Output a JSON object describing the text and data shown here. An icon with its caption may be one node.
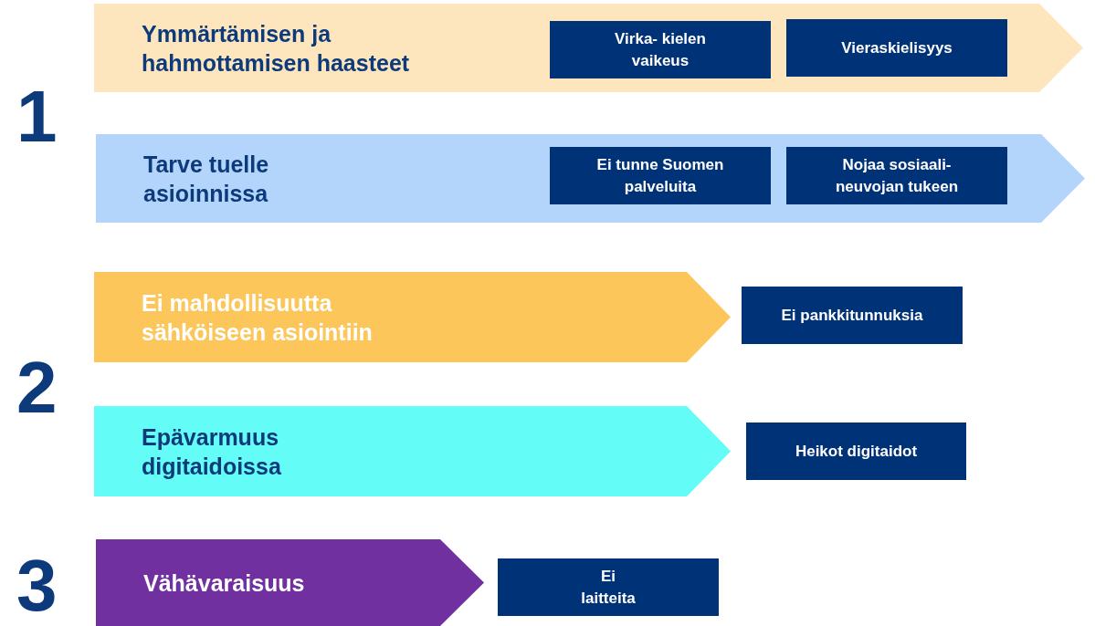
{
  "diagram": {
    "nodes": [
      {
        "text": [
          "Ymmärtämisen ja hahmottamisen haasteet"
        ]
      },
      {
        "text": [
          "Virka- kielen vaikeus"
        ],
        "in": 0
      },
      {
        "text": [
          "Vieraskielisyys"
        ],
        "in": 0
      },
      {
        "text": [
          "Tarve tuelle asioinnissa"
        ]
      },
      {
        "text": [
          "Ei tunne Suomen palveluita"
        ],
        "in": 3
      },
      {
        "text": [
          "Nojaa sosiaali- neuvojan tukeen"
        ],
        "in": 3
      },
      {
        "text": [
          "Ei mahdollisuutta sähköiseen asiointiin"
        ]
      },
      {
        "text": [
          "Ei pankkitunnuksia"
        ]
      },
      {
        "text": [
          "Epävarmuus digitaidoissa"
        ]
      },
      {
        "text": [
          "Heikot digitaidot"
        ]
      },
      {
        "text": [
          "Vähävaraisuus"
        ]
      },
      {
        "text": [
          "Ei laitteita"
        ]
      }
    ],
    "labels": [
      "1",
      "2",
      "3"
    ]
  }
}
